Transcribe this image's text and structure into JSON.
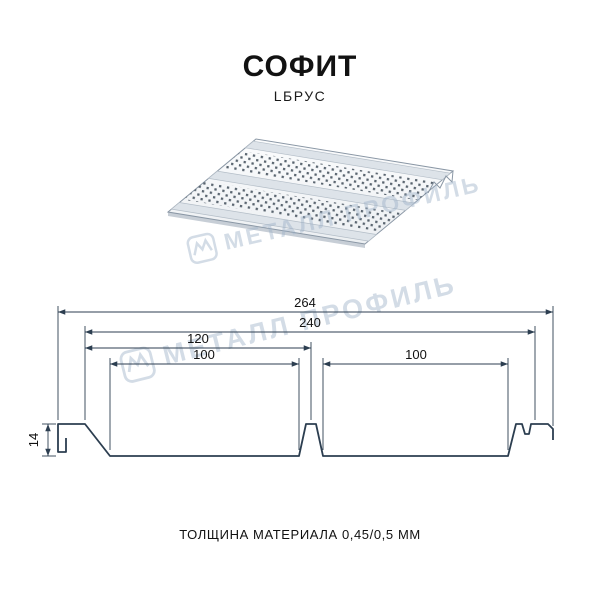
{
  "header": {
    "title": "СОФИТ",
    "subtitle": "LБРУС"
  },
  "footer": {
    "text": "ТОЛЩИНА МАТЕРИАЛА 0,45/0,5 ММ"
  },
  "watermark": {
    "text": "МЕТАЛЛ ПРОФИЛЬ",
    "color": "#9fb2c8"
  },
  "drawing": {
    "units": "mm",
    "line_color": "#2c3e50",
    "dims": {
      "overall_width": "264",
      "working_width": "240",
      "half_width": "120",
      "flat_left": "100",
      "flat_right": "100",
      "height": "14"
    }
  },
  "illustration": {
    "name": "perforated-soffit-panel"
  }
}
